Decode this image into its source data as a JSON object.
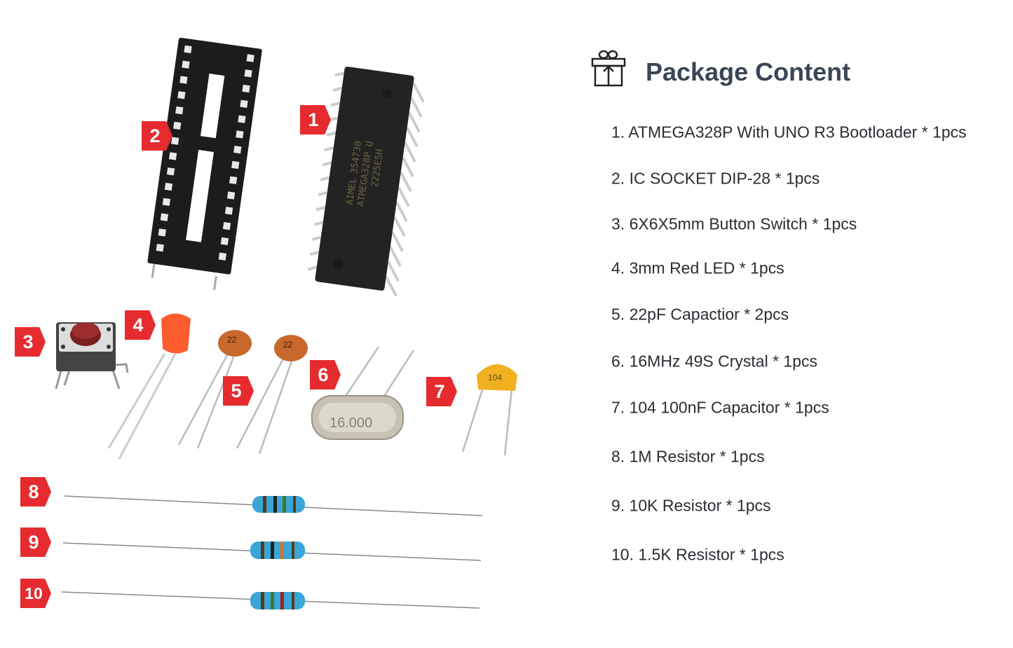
{
  "header": {
    "title": "Package Content",
    "icon": "gift-icon"
  },
  "items": [
    "1. ATMEGA328P With UNO R3 Bootloader * 1pcs",
    "2. IC SOCKET DIP-28 * 1pcs",
    "3. 6X6X5mm Button Switch * 1pcs",
    "4. 3mm Red LED * 1pcs",
    "5. 22pF Capactior * 2pcs",
    "6. 16MHz 49S Crystal * 1pcs",
    "7. 104 100nF Capacitor * 1pcs",
    "8. 1M Resistor  * 1pcs",
    "9. 10K Resistor * 1pcs",
    "10. 1.5K Resistor * 1pcs"
  ],
  "badges": [
    "1",
    "2",
    "3",
    "4",
    "5",
    "6",
    "7",
    "8",
    "9",
    "10"
  ],
  "markings": {
    "chip_brand": "AIMEL",
    "chip_line1": "354730",
    "chip_line2": "ATMEGA328P U",
    "chip_line3": "2225E5H",
    "cap22": "22",
    "cap104": "104",
    "crystal": "16.000"
  },
  "colors": {
    "badge": "#e52b2f",
    "title": "#3a4556",
    "text": "#2a2d33"
  }
}
